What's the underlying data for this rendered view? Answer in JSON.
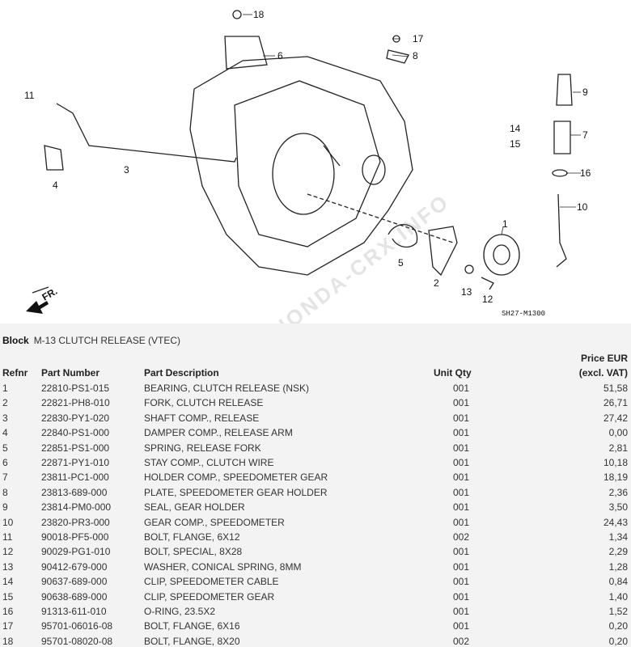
{
  "diagram": {
    "code": "SH27-M1300",
    "front_label": "FR.",
    "callouts": [
      "1",
      "2",
      "3",
      "4",
      "5",
      "6",
      "7",
      "8",
      "9",
      "10",
      "11",
      "12",
      "13",
      "14",
      "15",
      "16",
      "17",
      "18"
    ],
    "watermark": "HONDA-CRX.INFO"
  },
  "block": {
    "label": "Block",
    "value": "M-13 CLUTCH RELEASE (VTEC)"
  },
  "table": {
    "headers": {
      "refnr": "Refnr",
      "part_number": "Part Number",
      "description": "Part Description",
      "qty": "Unit Qty",
      "price_line1": "Price EUR",
      "price_line2": "(excl. VAT)"
    },
    "rows": [
      {
        "ref": "1",
        "pn": "22810-PS1-015",
        "desc": "BEARING, CLUTCH RELEASE (NSK)",
        "qty": "001",
        "price": "51,58"
      },
      {
        "ref": "2",
        "pn": "22821-PH8-010",
        "desc": "FORK, CLUTCH RELEASE",
        "qty": "001",
        "price": "26,71"
      },
      {
        "ref": "3",
        "pn": "22830-PY1-020",
        "desc": "SHAFT COMP., RELEASE",
        "qty": "001",
        "price": "27,42"
      },
      {
        "ref": "4",
        "pn": "22840-PS1-000",
        "desc": "DAMPER COMP., RELEASE ARM",
        "qty": "001",
        "price": "0,00"
      },
      {
        "ref": "5",
        "pn": "22851-PS1-000",
        "desc": "SPRING, RELEASE FORK",
        "qty": "001",
        "price": "2,81"
      },
      {
        "ref": "6",
        "pn": "22871-PY1-010",
        "desc": "STAY COMP., CLUTCH WIRE",
        "qty": "001",
        "price": "10,18"
      },
      {
        "ref": "7",
        "pn": "23811-PC1-000",
        "desc": "HOLDER COMP., SPEEDOMETER GEAR",
        "qty": "001",
        "price": "18,19"
      },
      {
        "ref": "8",
        "pn": "23813-689-000",
        "desc": "PLATE, SPEEDOMETER GEAR HOLDER",
        "qty": "001",
        "price": "2,36"
      },
      {
        "ref": "9",
        "pn": "23814-PM0-000",
        "desc": "SEAL, GEAR HOLDER",
        "qty": "001",
        "price": "3,50"
      },
      {
        "ref": "10",
        "pn": "23820-PR3-000",
        "desc": "GEAR COMP., SPEEDOMETER",
        "qty": "001",
        "price": "24,43"
      },
      {
        "ref": "11",
        "pn": "90018-PF5-000",
        "desc": "BOLT, FLANGE, 6X12",
        "qty": "002",
        "price": "1,34"
      },
      {
        "ref": "12",
        "pn": "90029-PG1-010",
        "desc": "BOLT, SPECIAL, 8X28",
        "qty": "001",
        "price": "2,29"
      },
      {
        "ref": "13",
        "pn": "90412-679-000",
        "desc": "WASHER, CONICAL SPRING, 8MM",
        "qty": "001",
        "price": "1,28"
      },
      {
        "ref": "14",
        "pn": "90637-689-000",
        "desc": "CLIP, SPEEDOMETER CABLE",
        "qty": "001",
        "price": "0,84"
      },
      {
        "ref": "15",
        "pn": "90638-689-000",
        "desc": "CLIP, SPEEDOMETER GEAR",
        "qty": "001",
        "price": "1,40"
      },
      {
        "ref": "16",
        "pn": "91313-611-010",
        "desc": "O-RING, 23.5X2",
        "qty": "001",
        "price": "1,52"
      },
      {
        "ref": "17",
        "pn": "95701-06016-08",
        "desc": "BOLT, FLANGE, 6X16",
        "qty": "001",
        "price": "0,20"
      },
      {
        "ref": "18",
        "pn": "95701-08020-08",
        "desc": "BOLT, FLANGE, 8X20",
        "qty": "002",
        "price": "0,20"
      }
    ]
  }
}
